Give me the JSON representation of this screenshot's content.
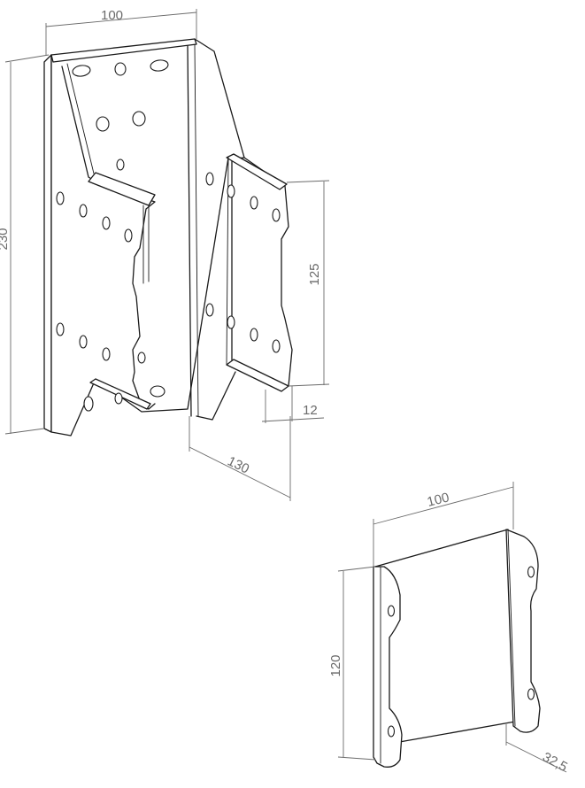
{
  "dimensions": {
    "top_width": "100",
    "height": "230",
    "arm_spacing": "125",
    "flange": "12",
    "depth": "130",
    "small_width": "100",
    "small_height": "120",
    "small_depth": "32,5"
  }
}
